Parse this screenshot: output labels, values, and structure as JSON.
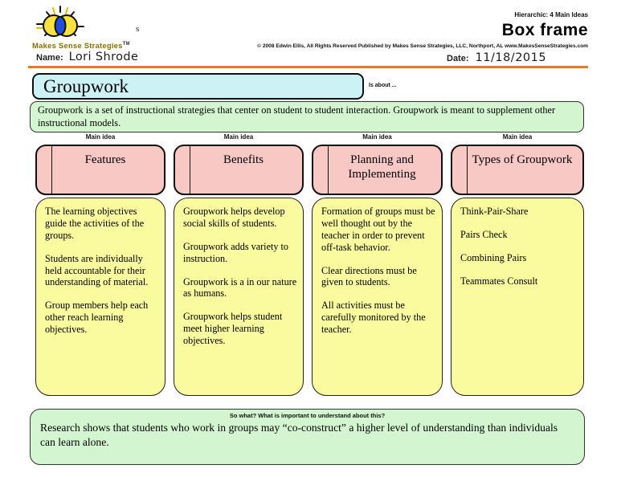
{
  "header": {
    "brand": "Makes Sense Strategies",
    "trademark": "TM",
    "stray_mark": "s",
    "name_label": "Name:",
    "name_value": "Lori Shrode",
    "hierarchic": "Hierarchic: 4 Main Ideas",
    "template_title": "Box frame",
    "copyright": "© 2008 Edwin Ellis, All Rights Reserved   Published by Makes Sense Strategies, LLC, Northport, AL   www.MakesSenseStrategies.com",
    "date_label": "Date:",
    "date_value": "11/18/2015"
  },
  "topic": {
    "title": "Groupwork",
    "is_about_label": "Is about ...",
    "is_about_text": "Groupwork is a set of instructional strategies that center on student to student interaction.  Groupwork is meant to supplement other instructional models."
  },
  "main_ideas": [
    {
      "label": "Main idea",
      "title": "Features",
      "details": [
        "The learning objectives guide the activities of the groups.",
        "Students are individually held accountable for their understanding of material.",
        "Group members help each other reach learning objectives."
      ]
    },
    {
      "label": "Main idea",
      "title": "Benefits",
      "details": [
        "Groupwork helps develop social skills of students.",
        "Groupwork adds variety to instruction.",
        "Groupwork is a in our nature as humans.",
        "Groupwork helps student meet higher learning objectives."
      ]
    },
    {
      "label": "Main idea",
      "title": "Planning and Implementing",
      "details": [
        "Formation of groups must be well thought out by the teacher in order to prevent off-task behavior.",
        "Clear directions must be given to students.",
        "All activities must be carefully monitored by the teacher."
      ]
    },
    {
      "label": "Main idea",
      "title": "Types of Groupwork",
      "details": [
        "Think-Pair-Share",
        "Pairs Check",
        "Combining Pairs",
        "Teammates Consult"
      ]
    }
  ],
  "so_what": {
    "prompt": "So what? What is important to understand about this?",
    "text": "Research shows that students who work in groups may “co-construct” a higher level of understanding than individuals can learn alone."
  },
  "colors": {
    "topic_fill": "#cdf2f6",
    "about_fill": "#d3f5d0",
    "main_idea_fill": "#f8c8c5",
    "detail_fill": "#fafa9f",
    "sowhat_fill": "#d3f5d0",
    "divider_orange": "#e87a25",
    "logo_yellow": "#ffe23e",
    "logo_blue": "#1f4fd8"
  }
}
